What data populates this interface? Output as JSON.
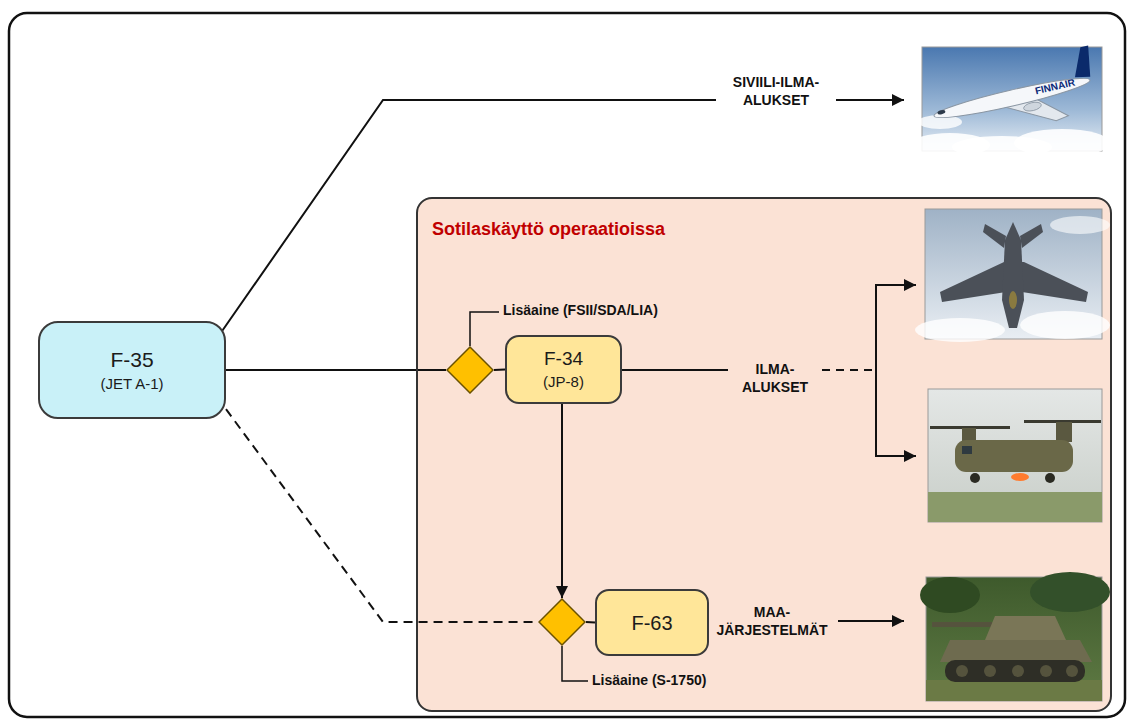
{
  "diagram": {
    "nodes": [
      {
        "text": [
          "F-35",
          "(JET A-1)"
        ]
      },
      {
        "text": [
          "Sotilaskäyttö operaatioissa"
        ]
      },
      {
        "text": [
          "Lisäaine (FSII/SDA/LIA)"
        ],
        "in": 1
      },
      {
        "text": [
          "F-34",
          "(JP-8)"
        ],
        "in": 1
      },
      {
        "text": [
          "Lisäaine (S-1750)"
        ],
        "in": 1
      },
      {
        "text": [
          "F-63"
        ],
        "in": 1
      }
    ],
    "edges": [
      {
        "from": 0,
        "to": 2,
        "arrow": "none"
      },
      {
        "from": 2,
        "to": 3,
        "arrow": "none"
      },
      {
        "from": 3,
        "to": 4,
        "arrow": "to"
      },
      {
        "from": 0,
        "to": 4,
        "arrow": "none"
      },
      {
        "from": 4,
        "to": 5,
        "arrow": "none"
      }
    ],
    "labels": [
      "SIVIILI-ILMA- ALUKSET",
      "FINNAIR",
      "ILMA- ALUKSET",
      "MAA- JÄRJESTELMÄT"
    ]
  }
}
